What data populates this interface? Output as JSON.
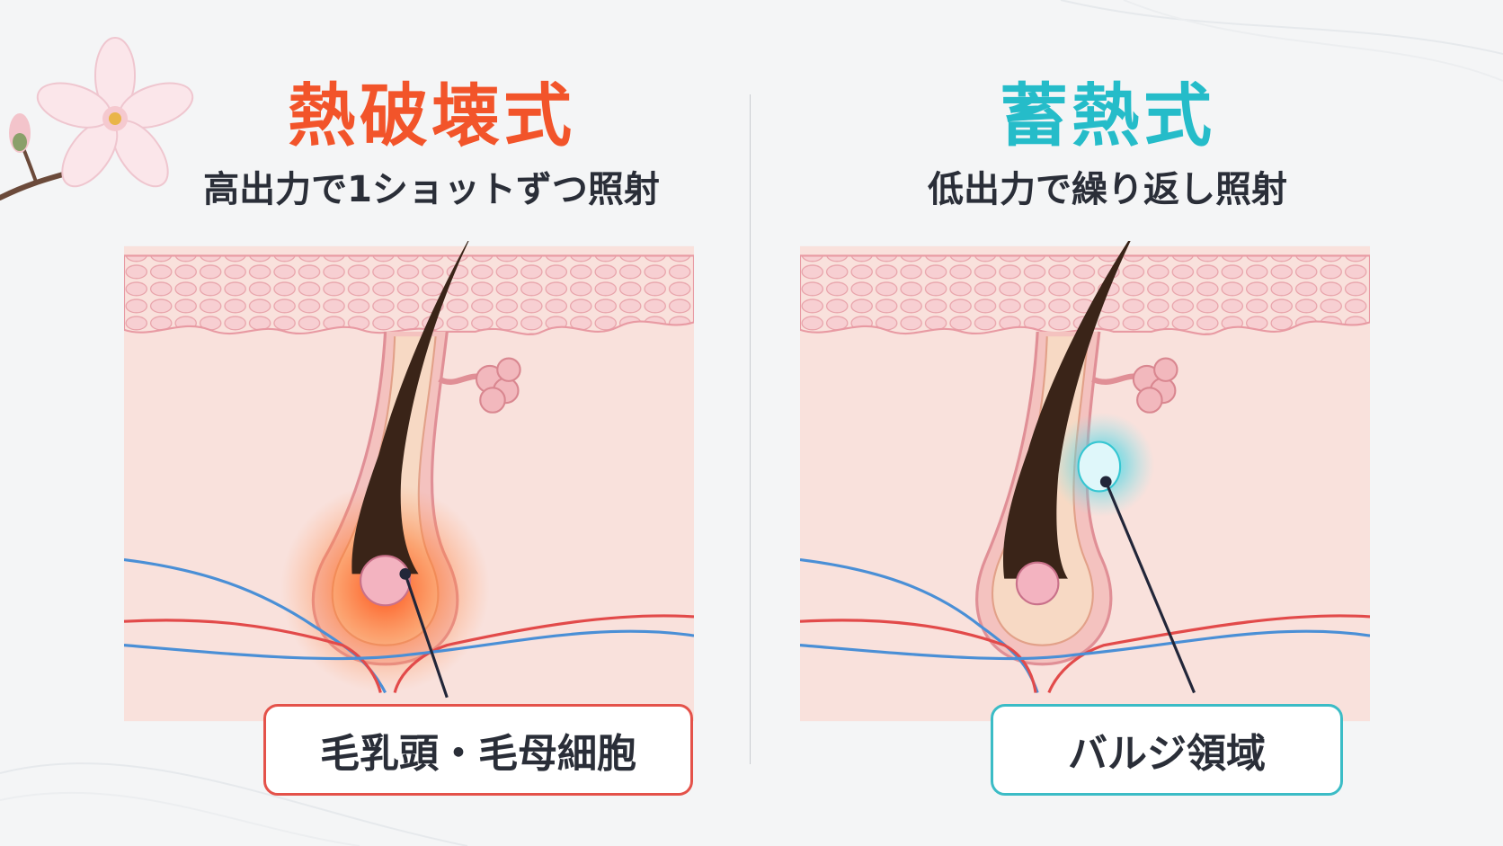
{
  "left": {
    "title": "熱破壊式",
    "subtitle": "高出力で1ショットずつ照射",
    "target_label": "毛乳頭・毛母細胞"
  },
  "right": {
    "title": "蓄熱式",
    "subtitle": "低出力で繰り返し照射",
    "target_label": "バルジ領域"
  },
  "colors": {
    "left_accent": "#f2542a",
    "right_accent": "#25bcc9",
    "text": "#2a2e38",
    "skin": "#f9e1dc",
    "hair": "#3a2418"
  },
  "icons": [
    "cherry-blossom-icon"
  ]
}
